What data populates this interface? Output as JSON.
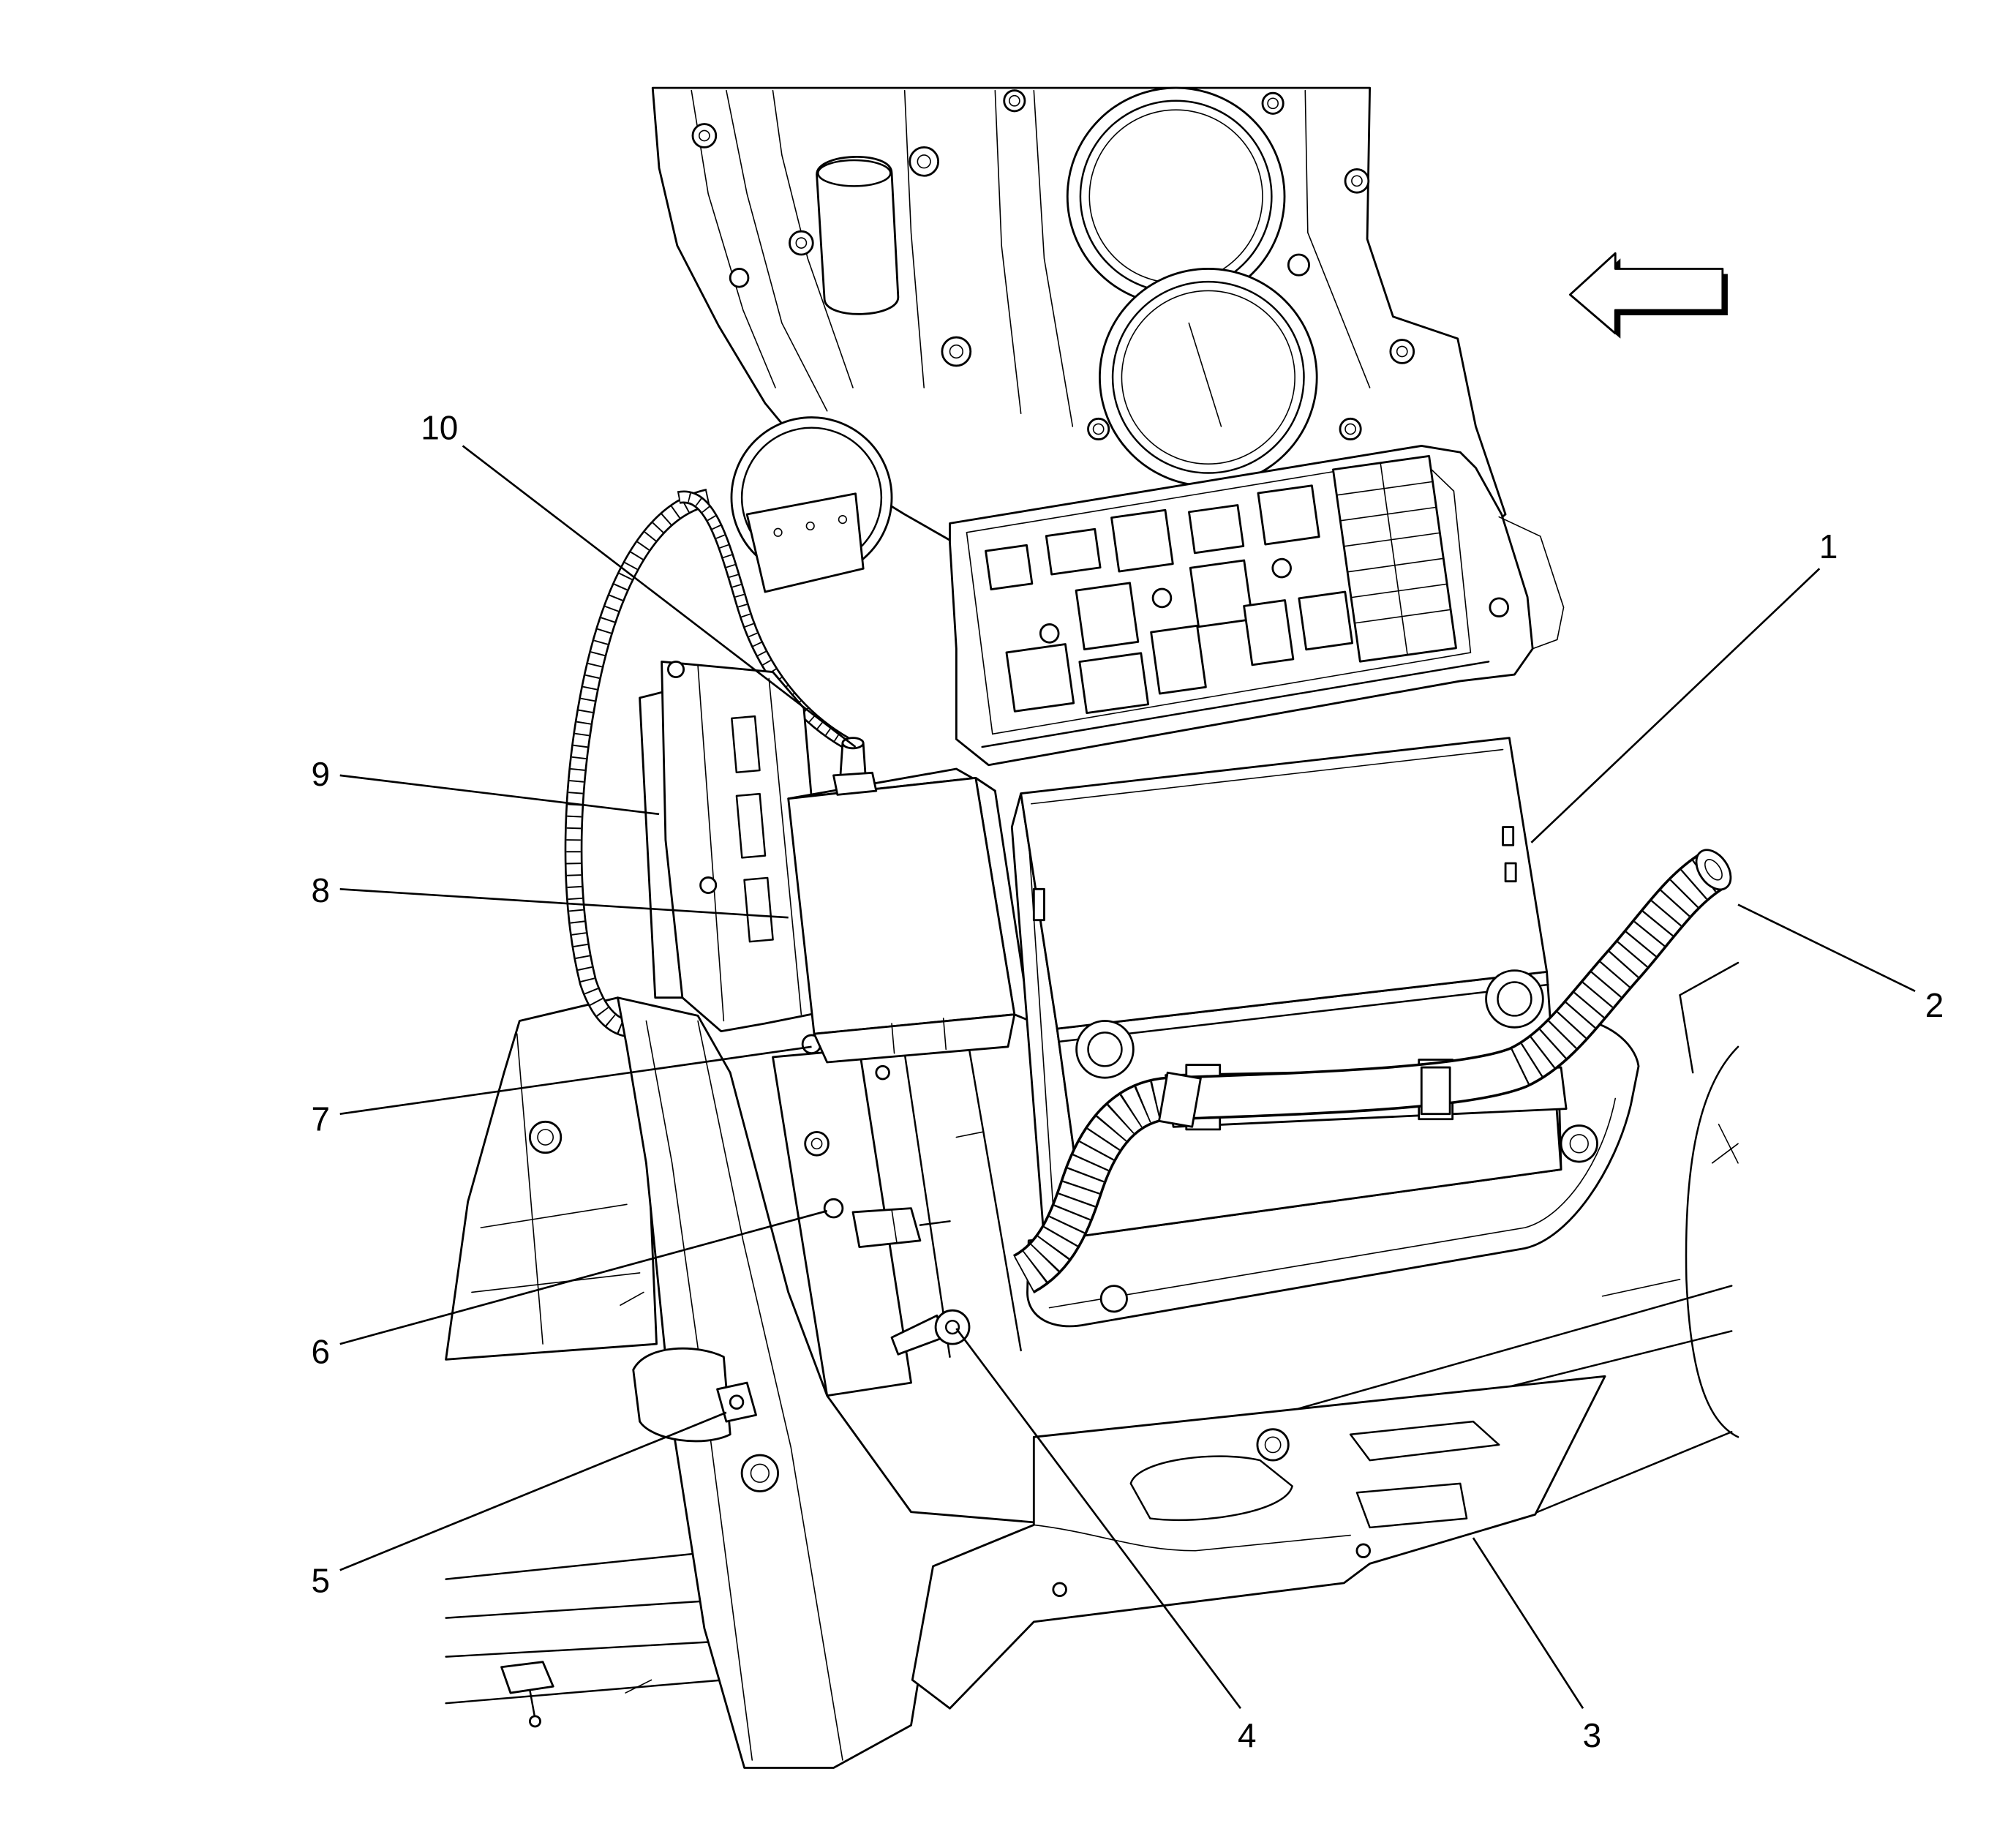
{
  "callouts": [
    {
      "label": "1"
    },
    {
      "label": "2"
    },
    {
      "label": "3"
    },
    {
      "label": "4"
    },
    {
      "label": "5"
    },
    {
      "label": "6"
    },
    {
      "label": "7"
    },
    {
      "label": "8"
    },
    {
      "label": "9"
    },
    {
      "label": "10"
    }
  ],
  "icons": {
    "direction_arrow": "left-arrow-icon"
  },
  "colors": {
    "line": "#000000",
    "background": "#ffffff"
  }
}
